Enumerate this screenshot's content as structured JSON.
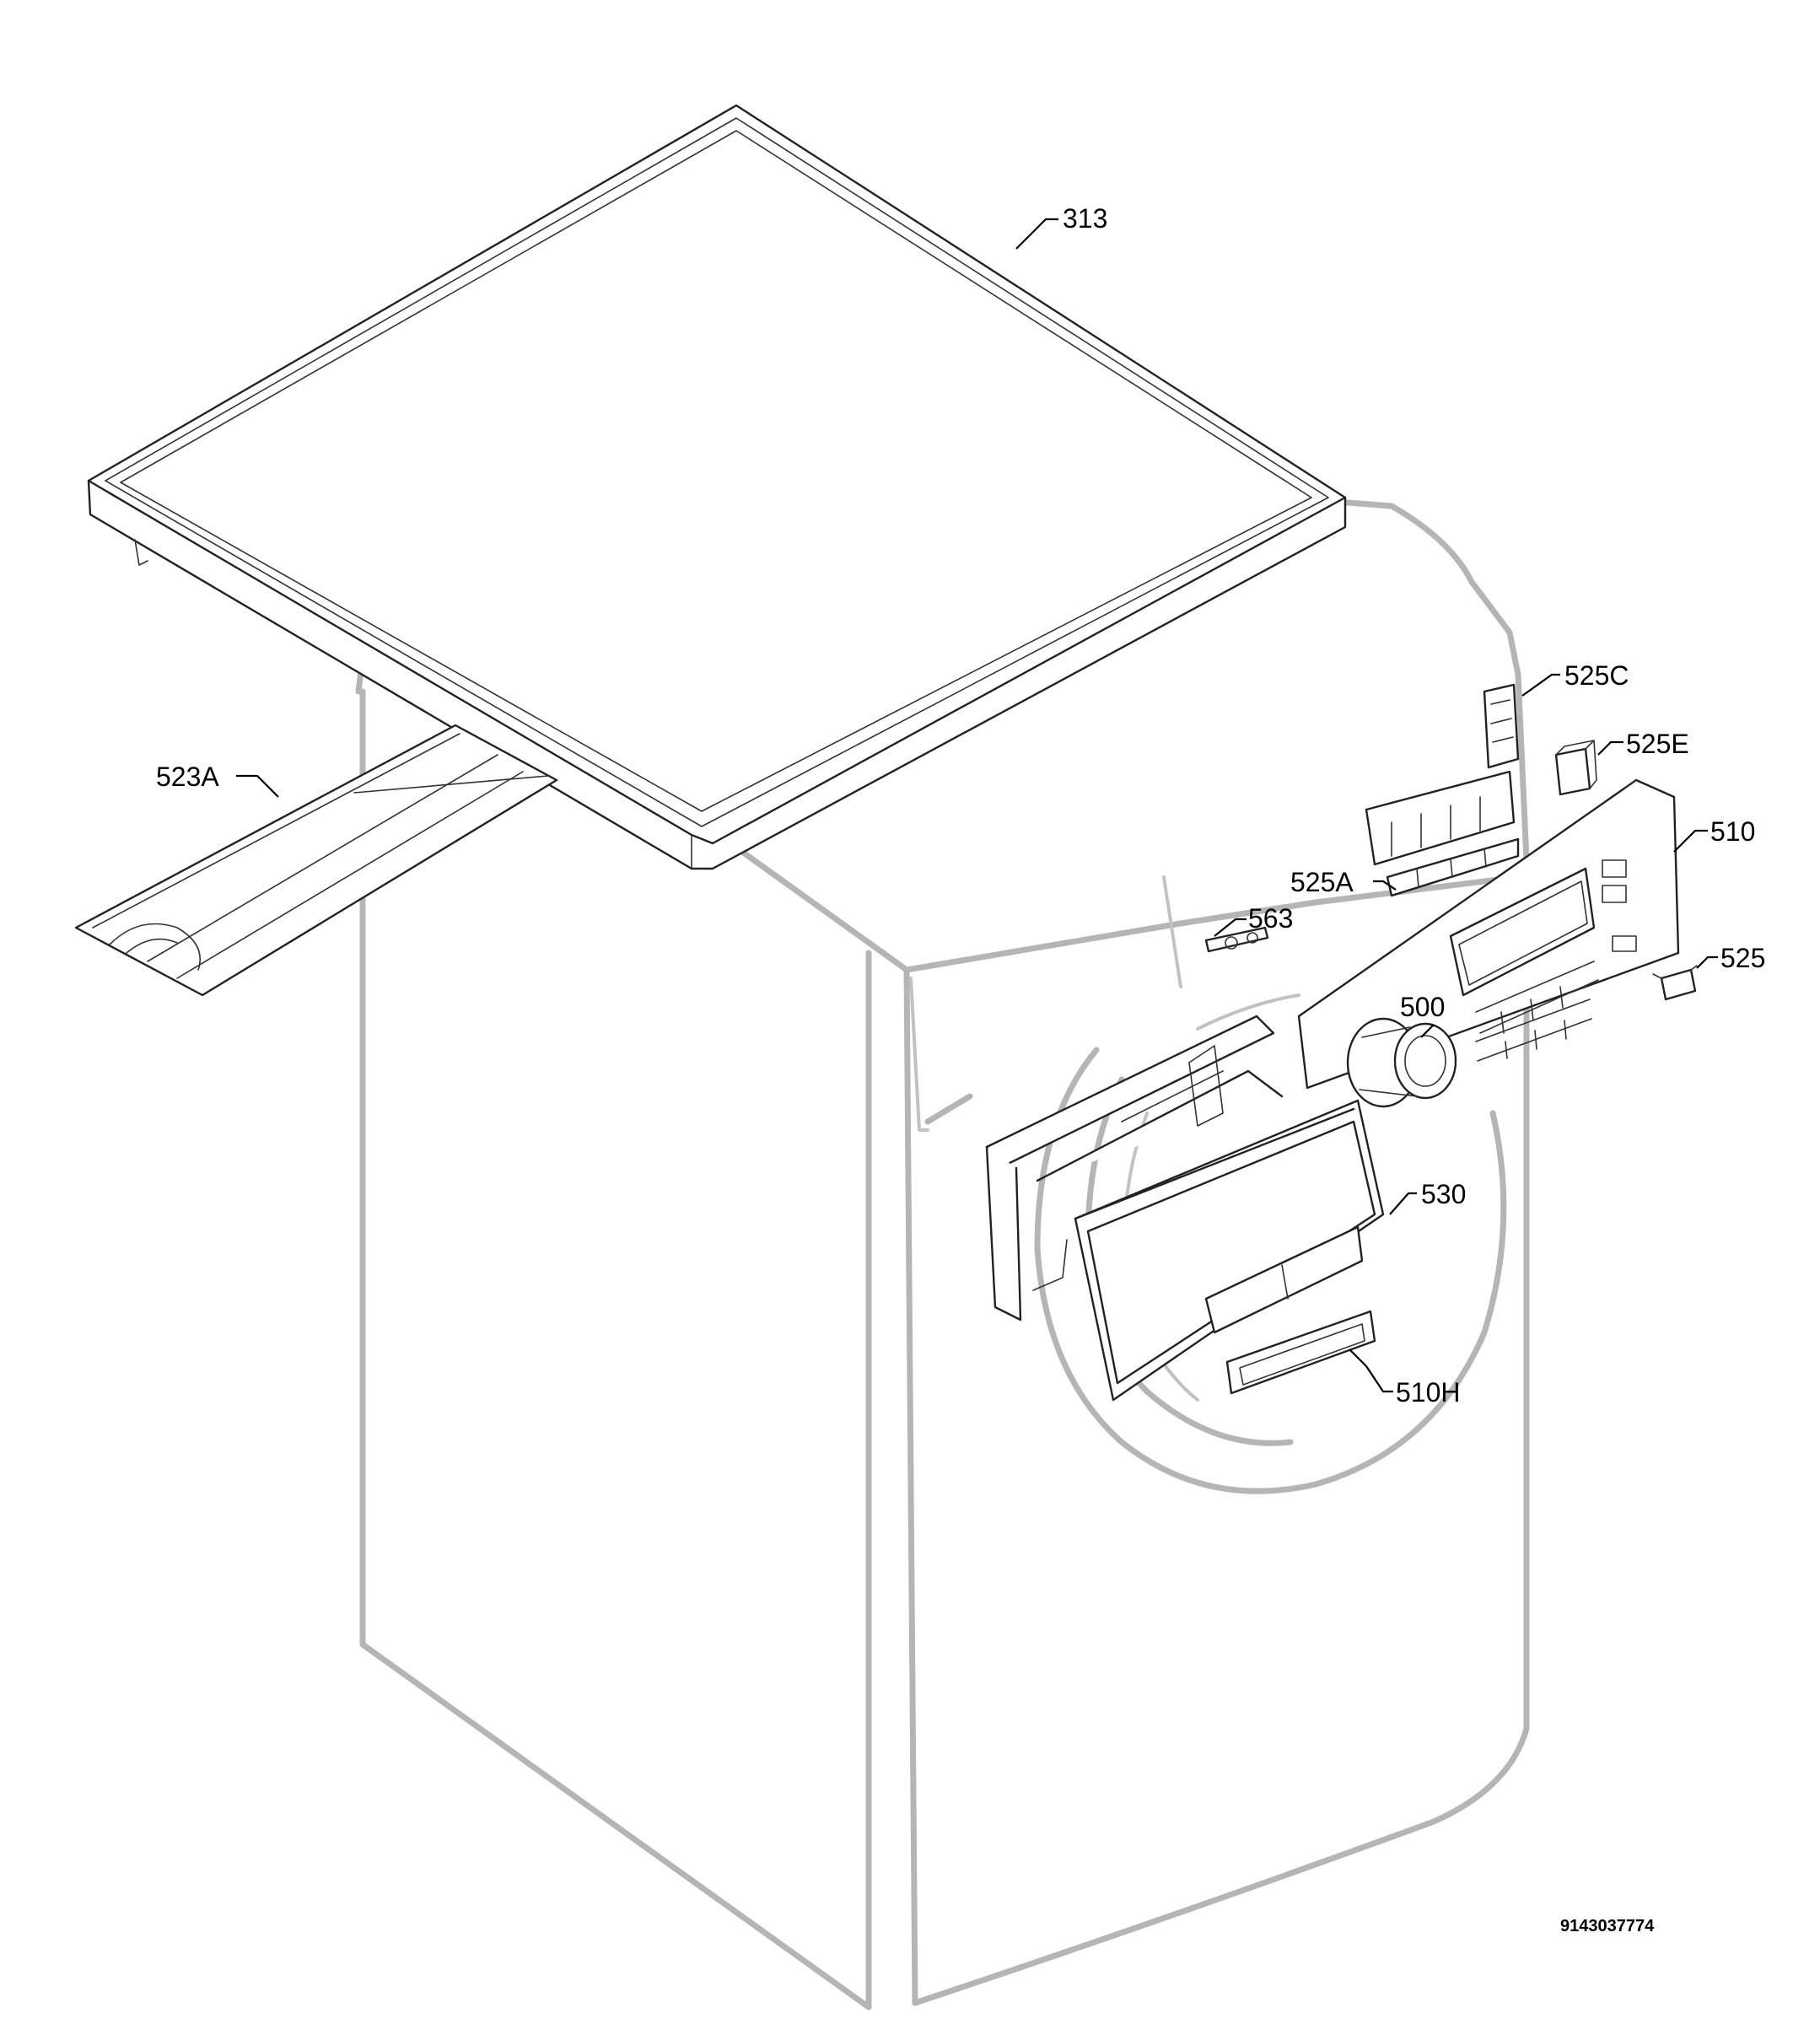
{
  "diagram": {
    "colors": {
      "ink": "#222222",
      "ghost_outline": "#b5b5b5",
      "background": "#ffffff"
    },
    "parts": [
      {
        "id": "313",
        "label": "313"
      },
      {
        "id": "523A",
        "label": "523A"
      },
      {
        "id": "525C",
        "label": "525C"
      },
      {
        "id": "525E",
        "label": "525E"
      },
      {
        "id": "510",
        "label": "510"
      },
      {
        "id": "525A",
        "label": "525A"
      },
      {
        "id": "563",
        "label": "563"
      },
      {
        "id": "525",
        "label": "525"
      },
      {
        "id": "500",
        "label": "500"
      },
      {
        "id": "530",
        "label": "530"
      },
      {
        "id": "510H",
        "label": "510H"
      }
    ],
    "document_number": "9143037774"
  }
}
